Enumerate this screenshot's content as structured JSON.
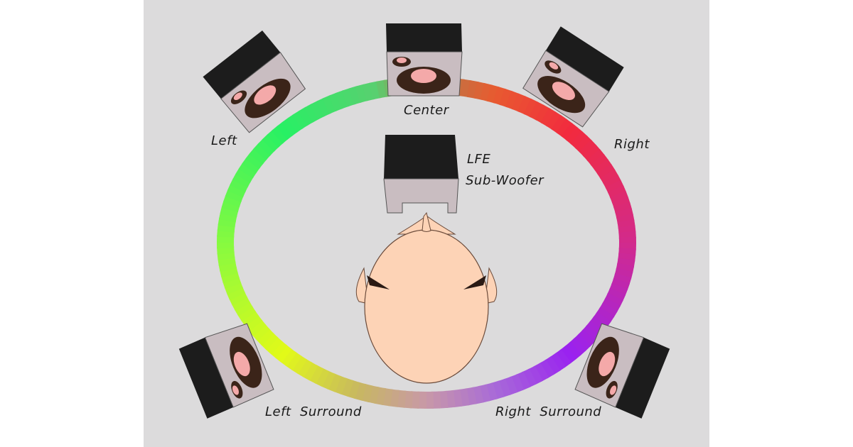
{
  "labels": {
    "left": "Left",
    "center": "Center",
    "right": "Right",
    "lfe": "LFE",
    "subwoofer": "Sub-Woofer",
    "left_surround": "Left  Surround",
    "right_surround": "Right  Surround"
  },
  "colors": {
    "panel": "#dcdbdc",
    "speaker_top": "#1c1c1c",
    "speaker_face": "#c9bdc1",
    "driver_ring": "#3b2419",
    "driver_cone": "#f4a9a9",
    "head_skin": "#fdd3b6",
    "ring_stops": [
      "#b0804c",
      "#e85a30",
      "#f22a3e",
      "#d22a8c",
      "#9a22f0",
      "#a86ad8",
      "#c898a8",
      "#c8b860",
      "#e2fa18",
      "#86fa40",
      "#28f064",
      "#58d070",
      "#b0804c"
    ]
  }
}
